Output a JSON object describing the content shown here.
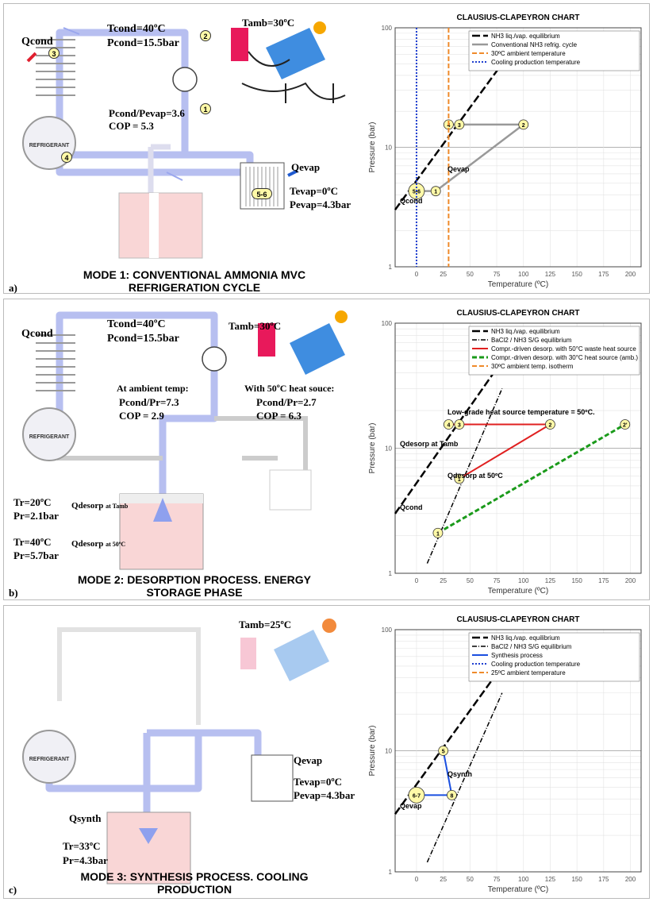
{
  "panels": [
    {
      "letter": "a)",
      "title": "MODE 1: CONVENTIONAL AMMONIA MVC REFRIGERATION CYCLE",
      "title_line1": "MODE 1: CONVENTIONAL AMMONIA MVC",
      "title_line2": "REFRIGERATION CYCLE",
      "labels": {
        "qcond": "Qcond",
        "tcond": "Tcond=40ºC",
        "pcond": "Pcond=15.5bar",
        "tamb": "Tamb=30ºC",
        "ratio": "Pcond/Pevap=3.6",
        "cop": "COP = 5.3",
        "qevap": "Qevap",
        "tevap": "Tevap=0ºC",
        "pevap": "Pevap=4.3bar",
        "refrigerant": "REFRIGERANT"
      },
      "points": [
        "1",
        "2",
        "3",
        "4",
        "5-6"
      ]
    },
    {
      "letter": "b)",
      "title_line1": "MODE 2: DESORPTION PROCESS. ENERGY",
      "title_line2": "STORAGE PHASE",
      "labels": {
        "qcond": "Qcond",
        "tcond": "Tcond=40ºC",
        "pcond": "Pcond=15.5bar",
        "tamb": "Tamb=30ºC",
        "amb_head": "At ambient temp:",
        "amb_ratio": "Pcond/Pr=7.3",
        "amb_cop": "COP = 2.9",
        "heat_head": "With 50ºC heat souce:",
        "heat_ratio": "Pcond/Pr=2.7",
        "heat_cop": "COP = 6.3",
        "tr1": "Tr=20ºC",
        "pr1": "Pr=2.1bar",
        "q1": "Qdesorp",
        "q1sub": "at Tamb",
        "tr2": "Tr=40ºC",
        "pr2": "Pr=5.7bar",
        "q2": "Qdesorp",
        "q2sub": "at 50ºC",
        "refrigerant": "REFRIGERANT"
      }
    },
    {
      "letter": "c)",
      "title_line1": "MODE 3: SYNTHESIS PROCESS. COOLING",
      "title_line2": "PRODUCTION",
      "labels": {
        "tamb": "Tamb=25ºC",
        "qevap": "Qevap",
        "tevap": "Tevap=0ºC",
        "pevap": "Pevap=4.3bar",
        "qsynth": "Qsynth",
        "tr": "Tr=33ºC",
        "pr": "Pr=4.3bar",
        "refrigerant": "REFRIGERANT"
      }
    }
  ],
  "chart_data": [
    {
      "type": "line",
      "title": "CLAUSIUS-CLAPEYRON CHART",
      "xlabel": "Temperature (ºC)",
      "ylabel": "Pressure (bar)",
      "xlim": [
        -20,
        210
      ],
      "ylim": [
        1,
        100
      ],
      "yscale": "log",
      "xticks": [
        0,
        25,
        50,
        75,
        100,
        125,
        150,
        175,
        200
      ],
      "yticks": [
        1,
        10,
        100
      ],
      "legend": [
        "NH3 liq./vap. equilibrium",
        "Conventional NH3 refrig. cycle",
        "30ºC ambient temperature",
        "Cooling production temperature"
      ],
      "annotations": [
        "Qcond",
        "Qevap"
      ],
      "series": [
        {
          "name": "NH3 liq./vap. equilibrium",
          "x": [
            -20,
            80
          ],
          "y": [
            3.0,
            50
          ]
        },
        {
          "name": "Conventional NH3 refrig. cycle",
          "points": [
            {
              "label": "5-6",
              "x": 0,
              "y": 4.3
            },
            {
              "label": "1",
              "x": 18,
              "y": 4.3
            },
            {
              "label": "2",
              "x": 100,
              "y": 15.5
            },
            {
              "label": "3",
              "x": 40,
              "y": 15.5
            },
            {
              "label": "4",
              "x": 30,
              "y": 15.5
            }
          ]
        },
        {
          "name": "30ºC ambient temperature",
          "x": 30
        },
        {
          "name": "Cooling production temperature",
          "x": 0
        }
      ]
    },
    {
      "type": "line",
      "title": "CLAUSIUS-CLAPEYRON CHART",
      "xlabel": "Temperature (ºC)",
      "ylabel": "Pressure (bar)",
      "xlim": [
        -20,
        210
      ],
      "ylim": [
        1,
        100
      ],
      "yscale": "log",
      "xticks": [
        0,
        25,
        50,
        75,
        100,
        125,
        150,
        175,
        200
      ],
      "yticks": [
        1,
        10,
        100
      ],
      "legend": [
        "NH3 liq./vap. equilibrium",
        "BaCl2 / NH3 S/G equilibrium",
        "Compr.-driven desorp. with 50°C waste heat source",
        "Compr.-driven desorp. with 30°C heat source (amb.)",
        "30ºC ambient temp. isotherm"
      ],
      "annotations": [
        "Qcond",
        "Qdesorp at 50ºC",
        "Qdesorp at Tamb",
        "Low-grade heat source temperature = 50ºC."
      ],
      "series": [
        {
          "name": "Compr.-driven desorp. with 50°C waste heat source",
          "points": [
            {
              "label": "1",
              "x": 40,
              "y": 5.7
            },
            {
              "label": "2",
              "x": 125,
              "y": 15.5
            },
            {
              "label": "3",
              "x": 40,
              "y": 15.5
            },
            {
              "label": "4",
              "x": 30,
              "y": 15.5
            }
          ]
        },
        {
          "name": "Compr.-driven desorp. with 30°C heat source (amb.)",
          "points": [
            {
              "label": "1",
              "x": 20,
              "y": 2.1
            },
            {
              "label": "2'",
              "x": 195,
              "y": 15.5
            }
          ]
        }
      ]
    },
    {
      "type": "line",
      "title": "CLAUSIUS-CLAPEYRON CHART",
      "xlabel": "Temperature (ºC)",
      "ylabel": "Pressure (bar)",
      "xlim": [
        -20,
        210
      ],
      "ylim": [
        1,
        100
      ],
      "yscale": "log",
      "xticks": [
        0,
        25,
        50,
        75,
        100,
        125,
        150,
        175,
        200
      ],
      "yticks": [
        1,
        10,
        100
      ],
      "legend": [
        "NH3 liq./vap. equilibrium",
        "BaCl2 / NH3 S/G equilibrium",
        "Synthesis process",
        "Cooling production temperature",
        "25ºC ambient temperature"
      ],
      "annotations": [
        "Qevap",
        "Qsynth"
      ],
      "series": [
        {
          "name": "Synthesis process",
          "points": [
            {
              "label": "6-7",
              "x": 0,
              "y": 4.3
            },
            {
              "label": "8",
              "x": 33,
              "y": 4.3
            },
            {
              "label": "5",
              "x": 25,
              "y": 10
            }
          ]
        }
      ]
    }
  ]
}
